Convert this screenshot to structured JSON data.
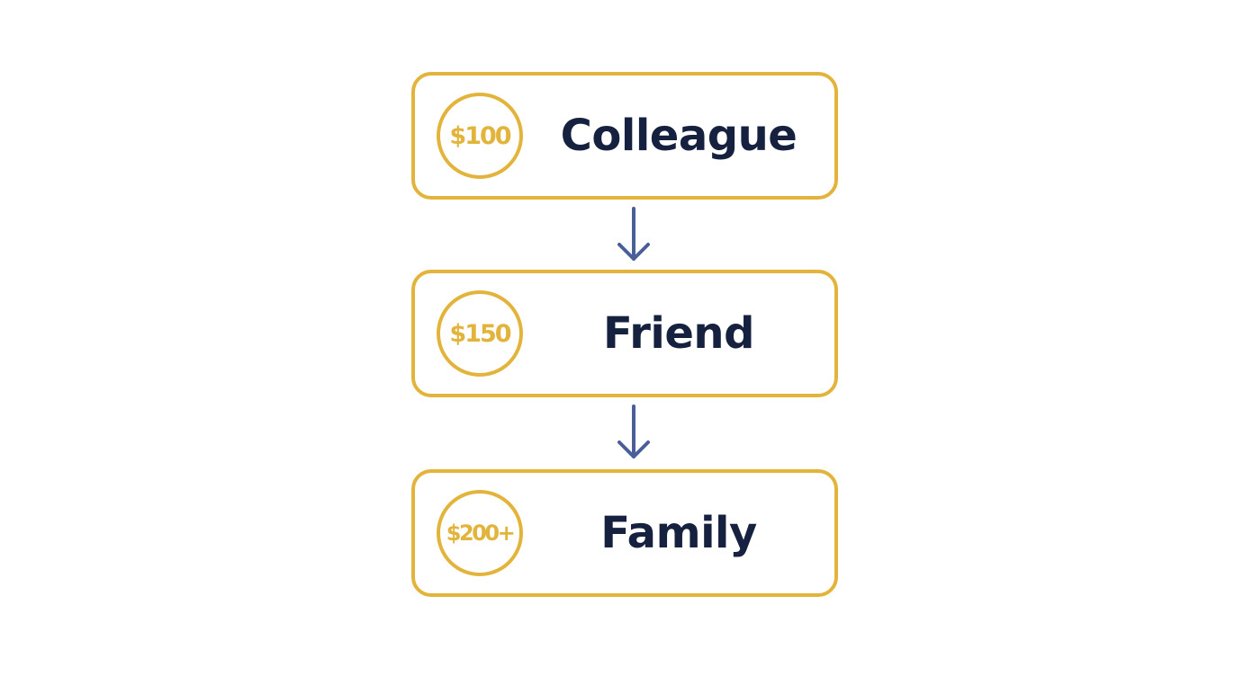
{
  "colors": {
    "accent_gold": "#e3b43c",
    "text_navy": "#16213f",
    "arrow_blue": "#4a5f9a"
  },
  "tiers": [
    {
      "amount": "$100",
      "label": "Colleague"
    },
    {
      "amount": "$150",
      "label": "Friend"
    },
    {
      "amount": "$200+",
      "label": "Family"
    }
  ]
}
